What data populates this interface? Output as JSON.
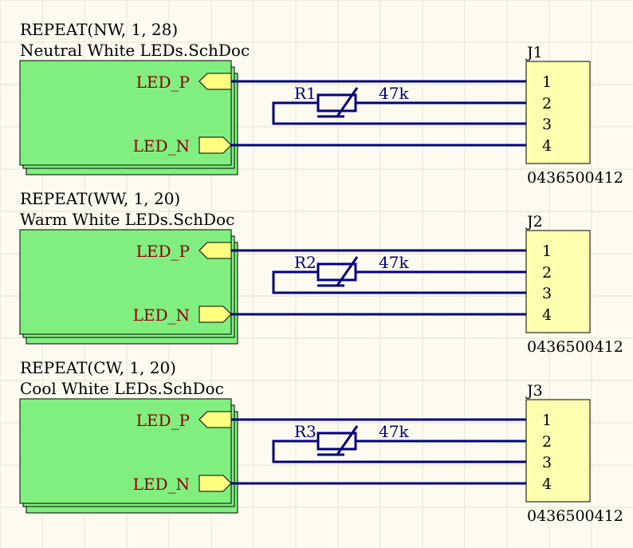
{
  "blocks": [
    {
      "repeat": "REPEAT(NW, 1, 28)",
      "sheet": "Neutral White LEDs.SchDoc",
      "port_p": "LED_P",
      "port_n": "LED_N",
      "resistor": "R1",
      "value": "47k",
      "connector": "J1",
      "connector_part": "0436500412",
      "pins": [
        "1",
        "2",
        "3",
        "4"
      ]
    },
    {
      "repeat": "REPEAT(WW, 1, 20)",
      "sheet": "Warm White LEDs.SchDoc",
      "port_p": "LED_P",
      "port_n": "LED_N",
      "resistor": "R2",
      "value": "47k",
      "connector": "J2",
      "connector_part": "0436500412",
      "pins": [
        "1",
        "2",
        "3",
        "4"
      ]
    },
    {
      "repeat": "REPEAT(CW, 1, 20)",
      "sheet": "Cool White LEDs.SchDoc",
      "port_p": "LED_P",
      "port_n": "LED_N",
      "resistor": "R3",
      "value": "47k",
      "connector": "J3",
      "connector_part": "0436500412",
      "pins": [
        "1",
        "2",
        "3",
        "4"
      ]
    }
  ],
  "colors": {
    "background": "#fdfaf0",
    "wire": "#000080",
    "sheet_fill": "#80ef80",
    "port_fill": "#ffff80",
    "connector_fill": "#ffffb0",
    "port_text": "#8b0000"
  }
}
